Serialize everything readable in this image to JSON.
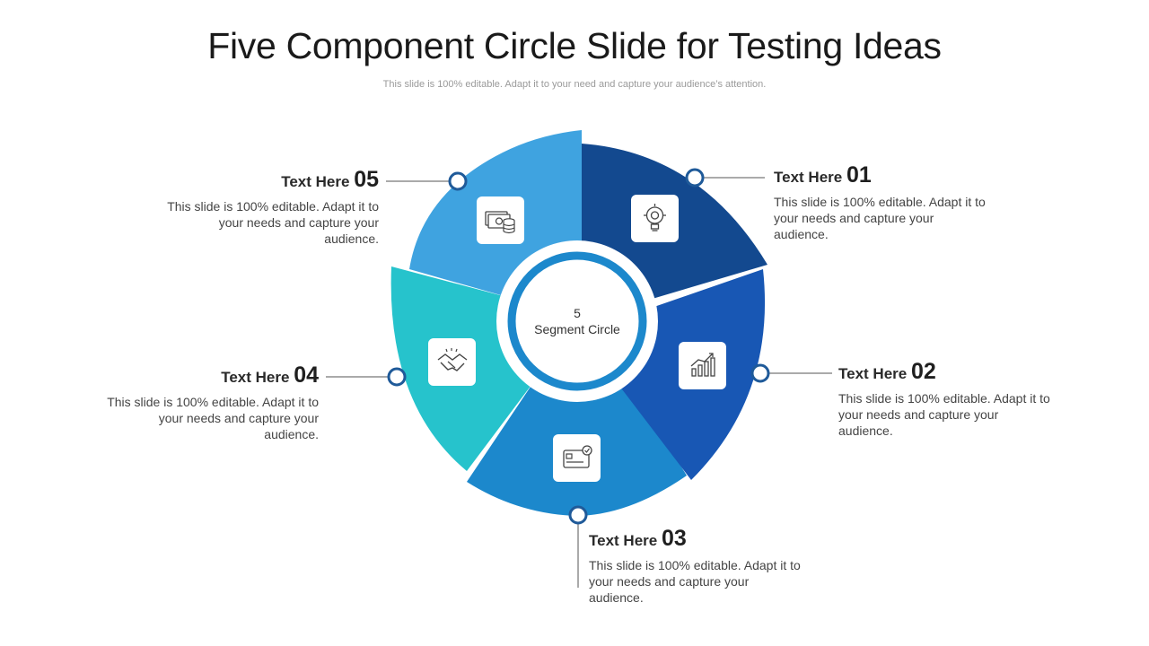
{
  "title": "Five Component Circle Slide for Testing Ideas",
  "subtitle": "This slide is 100% editable. Adapt it to your need and capture your audience’s attention.",
  "center": {
    "line1": "5",
    "line2": "Segment Circle"
  },
  "items": [
    {
      "head": "Text Here",
      "num": "01",
      "desc": "This slide is 100% editable. Adapt it to your needs and capture your audience.",
      "icon": "lightbulb-gear-icon"
    },
    {
      "head": "Text Here",
      "num": "02",
      "desc": "This slide is 100% editable. Adapt it to your needs and capture your audience.",
      "icon": "growth-chart-icon"
    },
    {
      "head": "Text Here",
      "num": "03",
      "desc": "This slide is 100% editable. Adapt it to your needs and capture your audience.",
      "icon": "card-check-icon"
    },
    {
      "head": "Text Here",
      "num": "04",
      "desc": "This slide is 100% editable. Adapt it to your needs and capture your audience.",
      "icon": "handshake-icon"
    },
    {
      "head": "Text Here",
      "num": "05",
      "desc": "This slide is 100% editable. Adapt it to your needs and capture your audience.",
      "icon": "money-coins-icon"
    }
  ],
  "colors": {
    "seg1": "#13498f",
    "seg2": "#1857b4",
    "seg3": "#1c88cc",
    "seg4": "#26c3cc",
    "seg5": "#3fa3e0",
    "connector": "#1f5a99"
  }
}
